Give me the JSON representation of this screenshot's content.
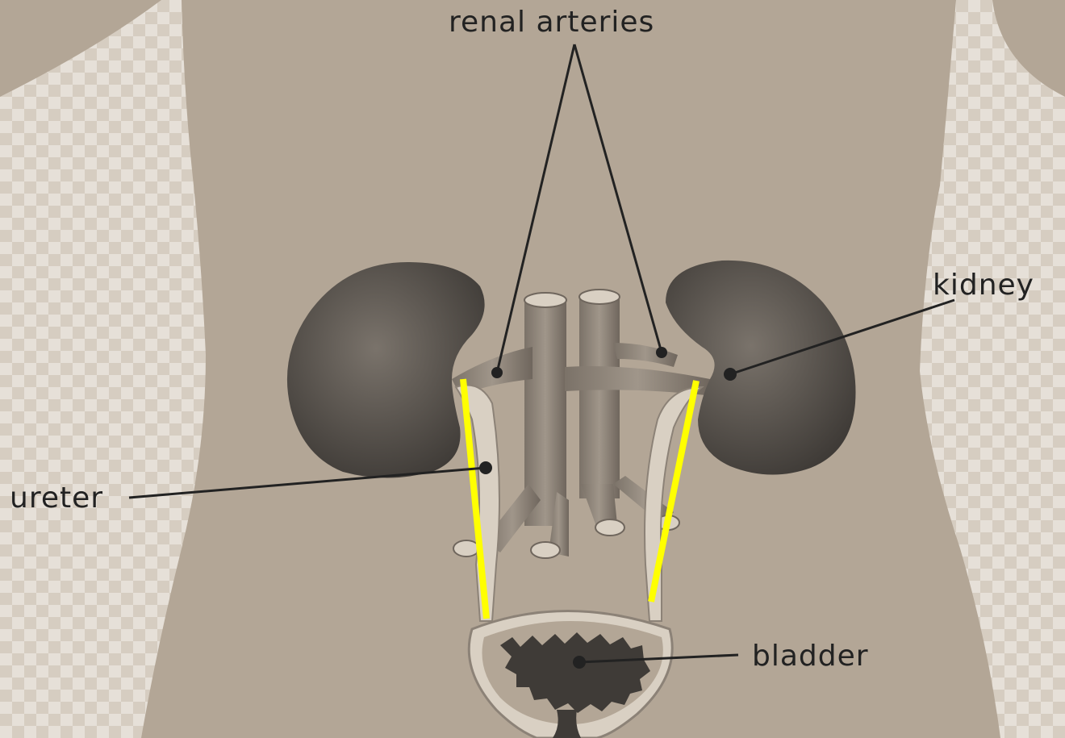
{
  "labels": {
    "renal_arteries": "renal arteries",
    "kidney": "kidney",
    "ureter": "ureter",
    "bladder": "bladder"
  },
  "colors": {
    "torso": "#b3a696",
    "background_checker_light": "#e6e0d8",
    "background_checker_dark": "#d6cdc1",
    "kidney": "#5a5550",
    "vessel": "#8c8277",
    "vessel_light": "#d9d0c3",
    "highlight_line": "#ffff00",
    "leader_line": "#222222"
  },
  "icons": {
    "kidneys": "kidney-icon",
    "bladder": "bladder-icon"
  }
}
